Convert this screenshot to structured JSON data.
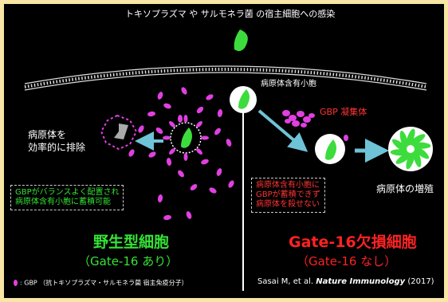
{
  "title": "トキソプラズマ や サルモネラ菌 の宿主細胞への感染",
  "labels": {
    "vacuole": "病原体含有小胞",
    "gbp_aggregate": "GBP 凝集体",
    "eliminate_line1": "病原体を",
    "eliminate_line2": "効率的に排除",
    "proliferate": "病原体の増殖"
  },
  "left_box": {
    "line1": "GBPがバランスよく配置され",
    "line2": "病原体含有小胞に蓄積可能"
  },
  "right_box": {
    "line1": "病原体含有小胞に",
    "line2": "GBPが蓄積できず",
    "line3": "病原体を殺せない"
  },
  "wild_type": {
    "title": "野生型細胞",
    "subtitle": "（Gate-16 あり）"
  },
  "knockout": {
    "title": "Gate-16欠損細胞",
    "subtitle": "（Gate-16 なし）"
  },
  "legend": ": GBP （抗トキソプラズマ・サルモネラ菌 宿主免疫分子）",
  "citation": {
    "authors": "Sasai M, et al.",
    "journal": "Nature Immunology",
    "year": "(2017)"
  },
  "colors": {
    "background": "#000000",
    "frame": "#f7e6a4",
    "pathogen": "#3ddc3d",
    "gbp": "#e040e0",
    "arrow": "#6fc3d6",
    "wild_type": "#35e235",
    "knockout": "#ff2222"
  }
}
